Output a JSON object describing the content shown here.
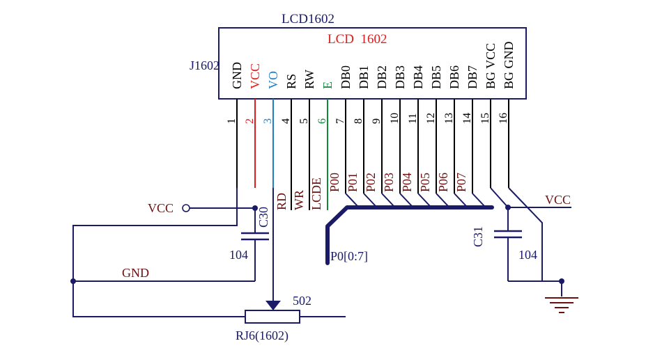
{
  "title": "LCD1602",
  "module_label": "LCD  1602",
  "connector_ref": "J1602",
  "pins": [
    {
      "num": "1",
      "name": "GND",
      "color": "#000000"
    },
    {
      "num": "2",
      "name": "VCC",
      "color": "#e01b1b"
    },
    {
      "num": "3",
      "name": "VO",
      "color": "#1f7fc4"
    },
    {
      "num": "4",
      "name": "RS",
      "color": "#000000"
    },
    {
      "num": "5",
      "name": "RW",
      "color": "#000000"
    },
    {
      "num": "6",
      "name": "E",
      "color": "#0d8a3a"
    },
    {
      "num": "7",
      "name": "DB0",
      "color": "#000000"
    },
    {
      "num": "8",
      "name": "DB1",
      "color": "#000000"
    },
    {
      "num": "9",
      "name": "DB2",
      "color": "#000000"
    },
    {
      "num": "10",
      "name": "DB3",
      "color": "#000000"
    },
    {
      "num": "11",
      "name": "DB4",
      "color": "#000000"
    },
    {
      "num": "12",
      "name": "DB5",
      "color": "#000000"
    },
    {
      "num": "13",
      "name": "DB6",
      "color": "#000000"
    },
    {
      "num": "14",
      "name": "DB7",
      "color": "#000000"
    },
    {
      "num": "15",
      "name": "BG VCC",
      "color": "#000000"
    },
    {
      "num": "16",
      "name": "BG GND",
      "color": "#000000"
    }
  ],
  "nets": {
    "rd": "RD",
    "wr": "WR",
    "lcde": "LCDE",
    "p00": "P00",
    "p01": "P01",
    "p02": "P02",
    "p03": "P03",
    "p04": "P04",
    "p05": "P05",
    "p06": "P06",
    "p07": "P07",
    "bus": "P0[0:7]",
    "vcc_left": "VCC",
    "vcc_right": "VCC",
    "gnd": "GND"
  },
  "components": {
    "c30_ref": "C30",
    "c30_value": "104",
    "c31_ref": "C31",
    "c31_value": "104",
    "pot_ref": "RJ6(1602)",
    "pot_value": "502"
  },
  "colors": {
    "outline": "#1a1a66",
    "wire": "#1a1a66",
    "net_text": "#6b0f0f",
    "vcc_red": "#e01b1b",
    "vo_blue": "#1f7fc4",
    "e_green": "#0d8a3a"
  }
}
